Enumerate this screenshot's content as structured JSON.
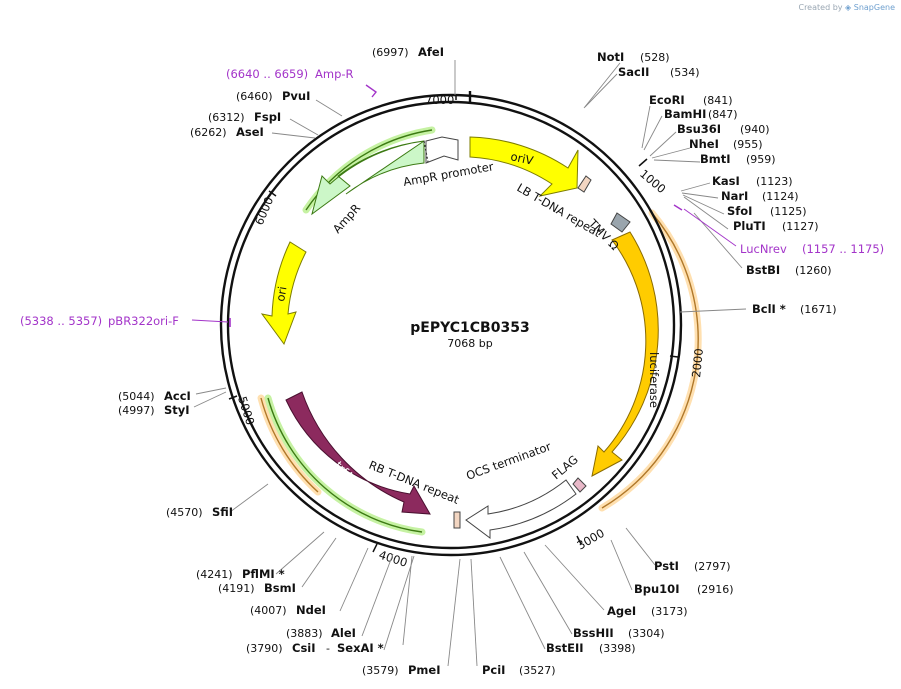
{
  "credit": {
    "prefix": "Created by",
    "brand": "SnapGene"
  },
  "plasmid": {
    "name": "pEPYC1CB0353",
    "length_label": "7068 bp",
    "length": 7068
  },
  "ticks": [
    {
      "pos": 1000,
      "label": "1000"
    },
    {
      "pos": 2000,
      "label": "2000"
    },
    {
      "pos": 3000,
      "label": "3000"
    },
    {
      "pos": 4000,
      "label": "4000"
    },
    {
      "pos": 5000,
      "label": "5000"
    },
    {
      "pos": 6000,
      "label": "6000"
    },
    {
      "pos": 7000,
      "label": "7000"
    }
  ],
  "sites": [
    {
      "name": "AfeI",
      "pos": "(6997)"
    },
    {
      "name": "PvuI",
      "pos": "(6460)"
    },
    {
      "name": "FspI",
      "pos": "(6312)"
    },
    {
      "name": "AseI",
      "pos": "(6262)"
    },
    {
      "name": "NotI",
      "pos": "(528)"
    },
    {
      "name": "SacII",
      "pos": "(534)"
    },
    {
      "name": "EcoRI",
      "pos": "(841)"
    },
    {
      "name": "BamHI",
      "pos": "(847)"
    },
    {
      "name": "Bsu36I",
      "pos": "(940)"
    },
    {
      "name": "NheI",
      "pos": "(955)"
    },
    {
      "name": "BmtI",
      "pos": "(959)"
    },
    {
      "name": "KasI",
      "pos": "(1123)"
    },
    {
      "name": "NarI",
      "pos": "(1124)"
    },
    {
      "name": "SfoI",
      "pos": "(1125)"
    },
    {
      "name": "PluTI",
      "pos": "(1127)"
    },
    {
      "name": "BstBI",
      "pos": "(1260)"
    },
    {
      "name": "BclI *",
      "pos": "(1671)"
    },
    {
      "name": "PstI",
      "pos": "(2797)"
    },
    {
      "name": "Bpu10I",
      "pos": "(2916)"
    },
    {
      "name": "AgeI",
      "pos": "(3173)"
    },
    {
      "name": "BssHII",
      "pos": "(3304)"
    },
    {
      "name": "BstEII",
      "pos": "(3398)"
    },
    {
      "name": "PciI",
      "pos": "(3527)"
    },
    {
      "name": "PmeI",
      "pos": "(3579)"
    },
    {
      "name": "CsiI",
      "pos": "(3790)"
    },
    {
      "name": "AleI",
      "pos": "(3883)"
    },
    {
      "name": "NdeI",
      "pos": "(4007)"
    },
    {
      "name": "BsmI",
      "pos": "(4191)"
    },
    {
      "name": "PflMI *",
      "pos": "(4241)"
    },
    {
      "name": "SfiI",
      "pos": "(4570)"
    },
    {
      "name": "StyI",
      "pos": "(4997)"
    },
    {
      "name": "AccI",
      "pos": "(5044)"
    }
  ],
  "sexai": {
    "dash": "-",
    "name": "SexAI *"
  },
  "primers": [
    {
      "name": "Amp-R",
      "range": "(6640 .. 6659)"
    },
    {
      "name": "LucNrev",
      "range": "(1157 .. 1175)"
    },
    {
      "name": "pBR322ori-F",
      "range": "(5338 .. 5357)"
    }
  ],
  "features": [
    {
      "name": "oriV",
      "color": "#ffff00"
    },
    {
      "name": "AmpR promoter",
      "color": "#ffffff"
    },
    {
      "name": "AmpR",
      "color": "#ccf7c8"
    },
    {
      "name": "ori",
      "color": "#ffff00"
    },
    {
      "name": "LB T-DNA repeat",
      "color": "#f3d6c2"
    },
    {
      "name": "TMV Ω",
      "color": "#9aa5ad"
    },
    {
      "name": "luciferase",
      "color": "#ffcc00"
    },
    {
      "name": "FLAG",
      "color": "#e8b8c8"
    },
    {
      "name": "OCS terminator",
      "color": "#ffffff"
    },
    {
      "name": "RB T-DNA repeat",
      "color": "#f3d6c2"
    },
    {
      "name": "trfA",
      "color": "#8c2a5e"
    }
  ]
}
